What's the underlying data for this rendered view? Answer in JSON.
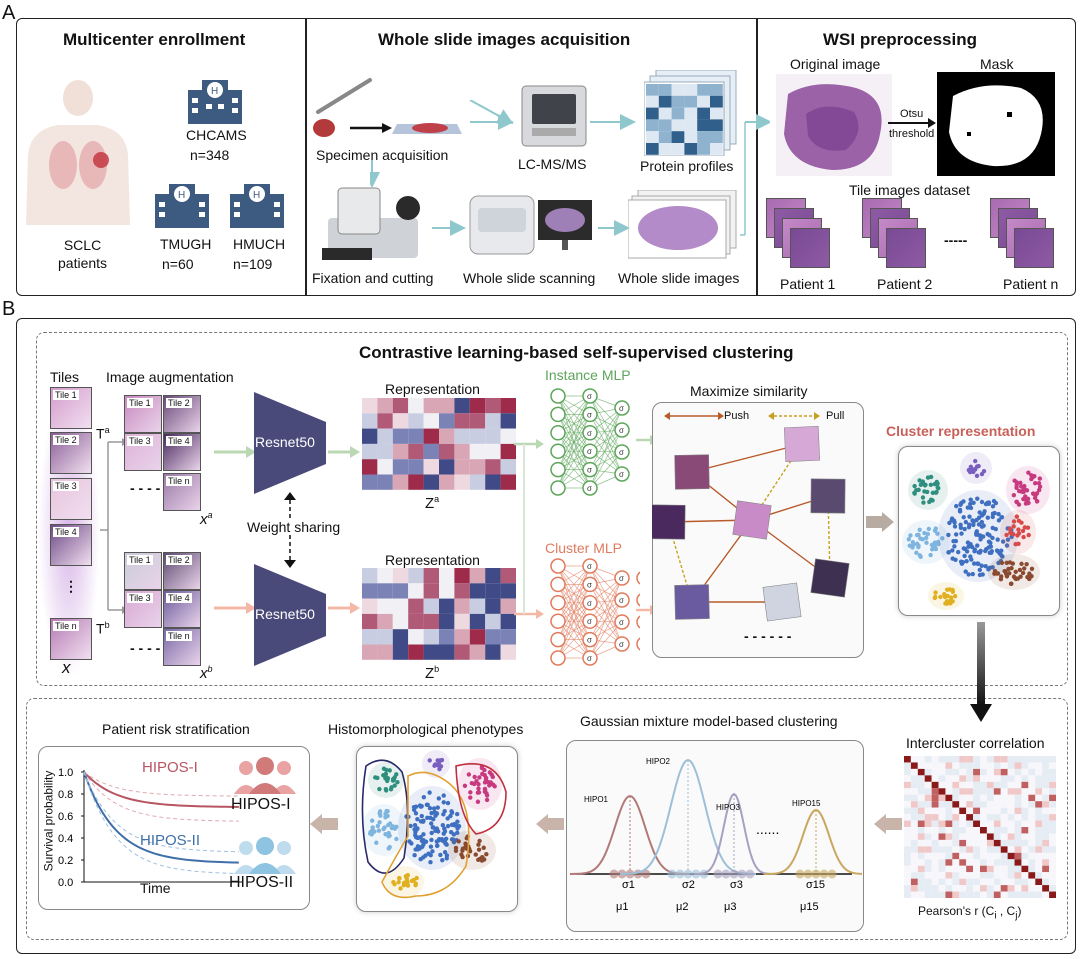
{
  "panelA": {
    "letter": "A",
    "enrollment": {
      "title": "Multicenter enrollment",
      "patients": "SCLC\npatients",
      "centers": [
        {
          "name": "CHCAMS",
          "n": "n=348"
        },
        {
          "name": "TMUGH",
          "n": "n=60"
        },
        {
          "name": "HMUCH",
          "n": "n=109"
        }
      ]
    },
    "acquisition": {
      "title": "Whole slide images acquisition",
      "specimen": "Specimen acquisition",
      "lcms": "LC-MS/MS",
      "protein": "Protein profiles",
      "fixation": "Fixation and cutting",
      "scanning": "Whole slide scanning",
      "wsi": "Whole slide images"
    },
    "preprocessing": {
      "title": "WSI preprocessing",
      "original": "Original image",
      "mask": "Mask",
      "otsu": "Otsu\nthreshold",
      "tiles_dataset": "Tile images dataset",
      "patient1": "Patient 1",
      "patient2": "Patient 2",
      "patientn": "Patient n",
      "dots": "-----"
    }
  },
  "panelB": {
    "letter": "B",
    "title": "Contrastive learning-based self-supervised clustering",
    "tiles": "Tiles",
    "tile_names": [
      "Tile 1",
      "Tile 2",
      "Tile 3",
      "Tile 4",
      "Tile n"
    ],
    "augmentation": "Image augmentation",
    "ta": "T",
    "ta_sup": "a",
    "tb_sup": "b",
    "xa": "x",
    "x": "x",
    "resnet": "Resnet50",
    "weight_sharing": "Weight sharing",
    "representation": "Representation",
    "za": "Z",
    "instance_mlp": "Instance MLP",
    "cluster_mlp": "Cluster MLP",
    "sigma": "σ",
    "tilde": "~",
    "maximize": "Maximize similarity",
    "push": "Push",
    "pull": "Pull",
    "cluster_rep": "Cluster representation",
    "intercluster": "Intercluster correlation",
    "pearson": "Pearson's r (C",
    "pearson_i": "i",
    "pearson_sep": " , C",
    "pearson_j": "j",
    "pearson_end": ")",
    "gmm": "Gaussian mixture model-based clustering",
    "hipo_labels": [
      "HIPO1",
      "HIPO2",
      "HIPO3",
      "HIPO15"
    ],
    "sigmas": [
      "σ",
      "σ",
      "σ",
      "σ"
    ],
    "sigma_subs": [
      "1",
      "2",
      "3",
      "15"
    ],
    "mu": "μ",
    "dots6": "......",
    "histo": "Histomorphological phenotypes",
    "risk": "Patient risk stratification",
    "hipos1": "HIPOS-I",
    "hipos2": "HIPOS-II",
    "survival": "Survival probability",
    "time": "Time",
    "yticks": [
      "1.0",
      "0.8",
      "0.6",
      "0.4",
      "0.2",
      "0.0"
    ],
    "colors": {
      "hipos1": "#b85563",
      "hipos2": "#3f6fa8",
      "accent_cluster": "#c8605a",
      "instance": "#5da55a",
      "cluster": "#e07b5d",
      "resnet": "#4a4a7a"
    }
  }
}
